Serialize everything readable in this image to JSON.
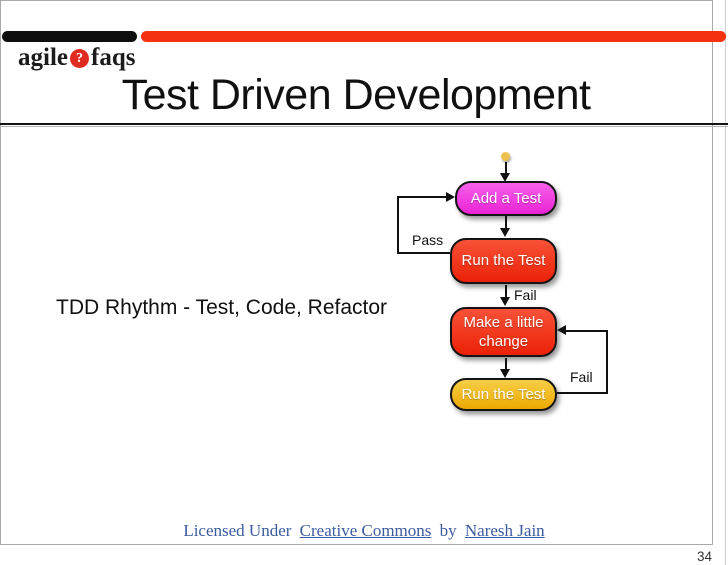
{
  "slide": {
    "title": "Test Driven Development",
    "note": "TDD Rhythm - Test, Code, Refactor",
    "page_number": "34"
  },
  "logo": {
    "word1": "agile",
    "word2": "faqs",
    "icon_glyph": "?"
  },
  "header_colors": {
    "black_bar": "#0e0e0e",
    "red_bar": "#f63110"
  },
  "diagram": {
    "start_node": "start-dot",
    "nodes": [
      {
        "id": "add",
        "label": "Add a Test",
        "color": "#ee2fd9"
      },
      {
        "id": "run1",
        "label": "Run the Test",
        "color": "#f23418"
      },
      {
        "id": "make",
        "line1": "Make a little",
        "line2": "change",
        "color": "#f23418"
      },
      {
        "id": "run2",
        "label": "Run the Test",
        "color": "#f2ba16"
      }
    ],
    "edge_labels": {
      "pass": "Pass",
      "fail_top": "Fail",
      "fail_right": "Fail"
    }
  },
  "footer": {
    "license_prefix": "Licensed Under",
    "license_link_commons": "Creative Commons",
    "license_by": "by",
    "license_link_author": "Naresh Jain"
  }
}
